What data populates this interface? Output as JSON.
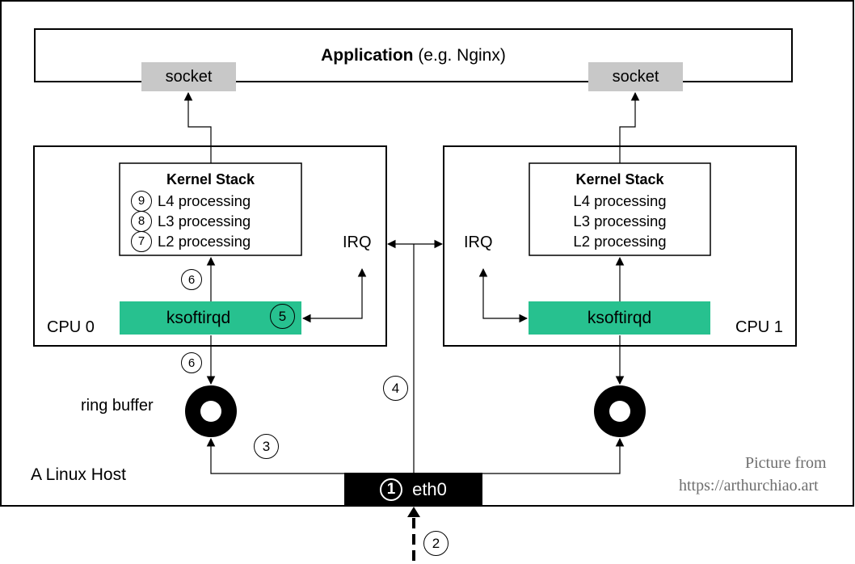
{
  "application": {
    "title_bold": "Application",
    "title_rest": " (e.g. Nginx)"
  },
  "sockets": {
    "left": "socket",
    "right": "socket"
  },
  "cpu0": {
    "label": "CPU 0",
    "kernel": {
      "title": "Kernel Stack",
      "lines": [
        "L4 processing",
        "L3 processing",
        "L2 processing"
      ],
      "steps": [
        "9",
        "8",
        "7"
      ]
    },
    "irq": "IRQ",
    "ksoftirqd": "ksoftirqd",
    "ksoftirqd_step": "5",
    "step_up": "6",
    "step_down": "6"
  },
  "cpu1": {
    "label": "CPU 1",
    "kernel": {
      "title": "Kernel Stack",
      "lines": [
        "L4 processing",
        "L3 processing",
        "L2 processing"
      ]
    },
    "irq": "IRQ",
    "ksoftirqd": "ksoftirqd"
  },
  "ring_buffer_label": "ring buffer",
  "host_label": "A Linux Host",
  "nic": {
    "step": "1",
    "name": "eth0"
  },
  "steps": {
    "dma": "3",
    "irq": "4",
    "arrive": "2"
  },
  "credit": {
    "line1": "Picture from",
    "line2": "https://arthurchiao.art"
  }
}
